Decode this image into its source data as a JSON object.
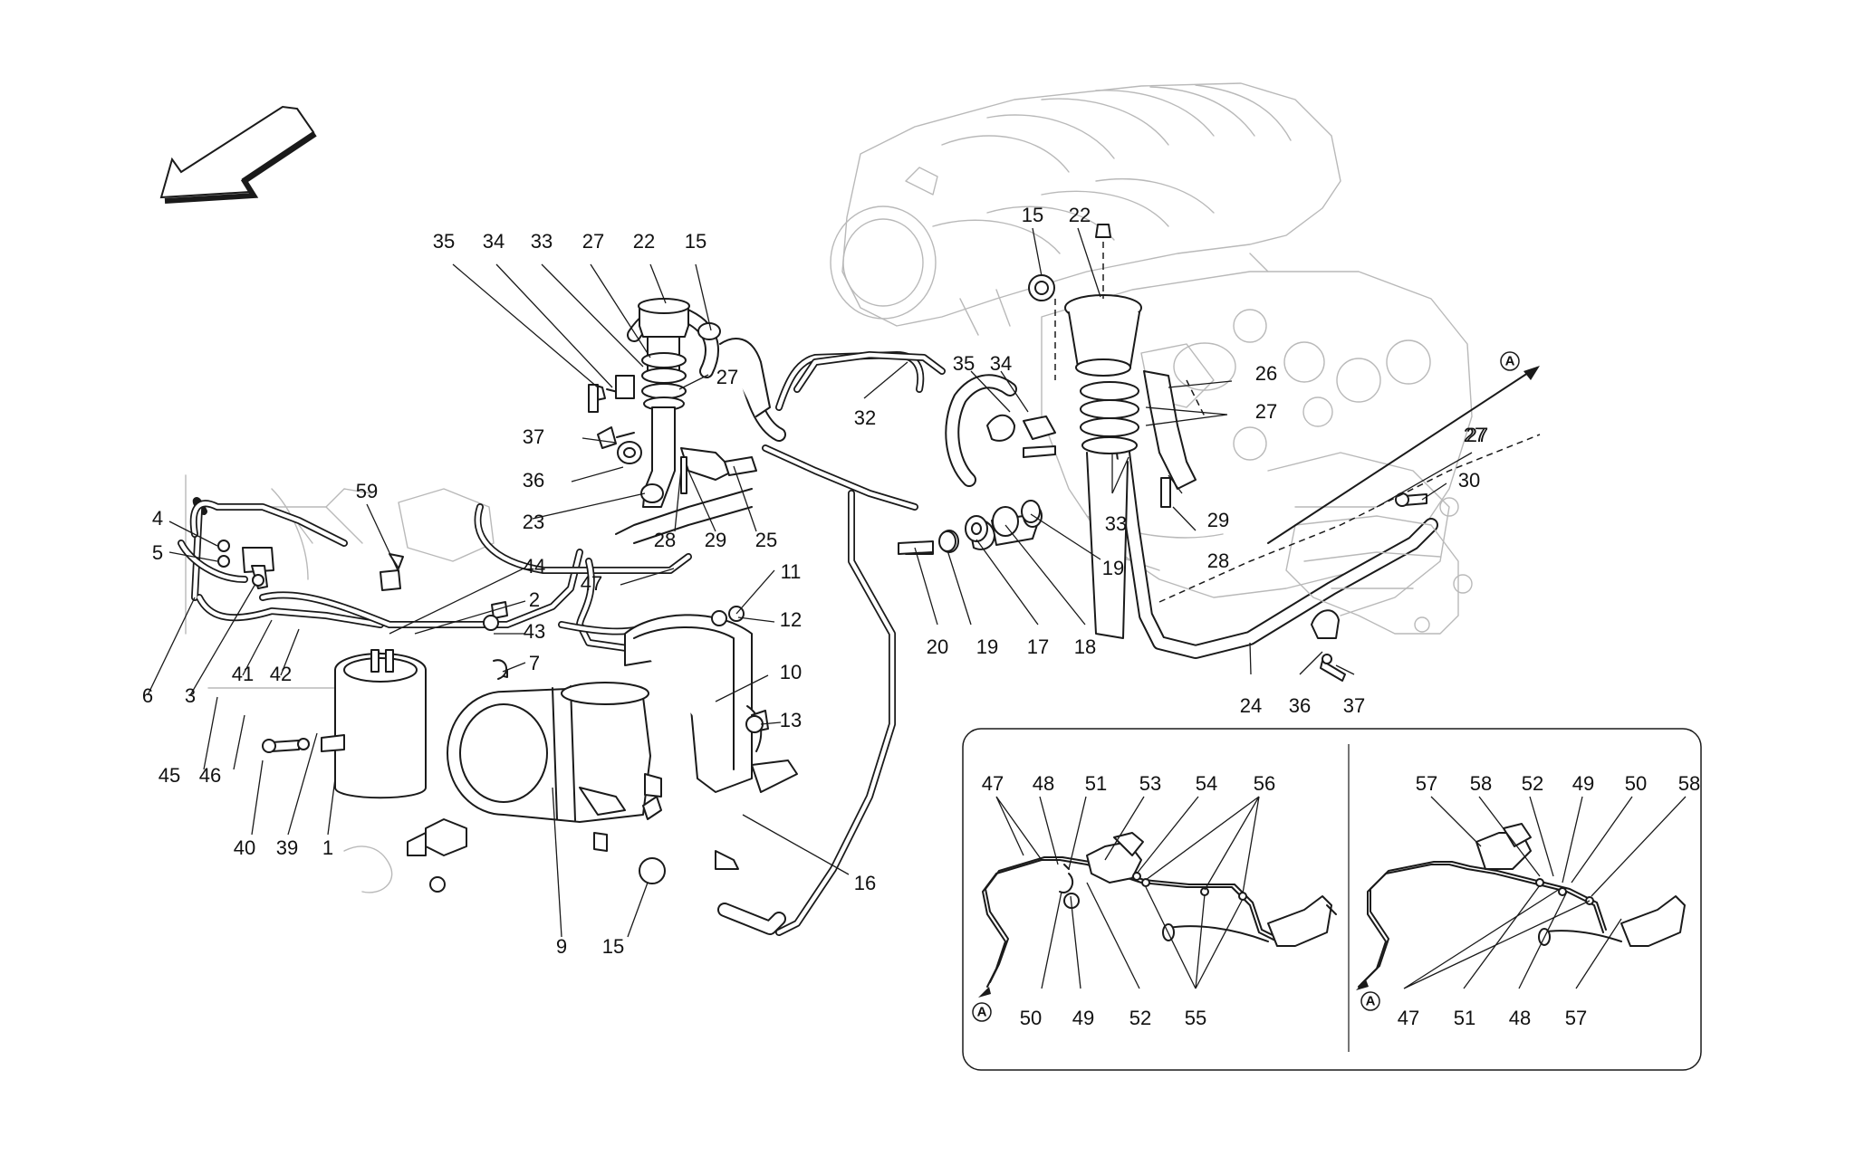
{
  "diagram": {
    "orientation_arrow_icon": "direction-arrow-icon",
    "reference_marker": "A",
    "callouts_main": [
      "35",
      "34",
      "33",
      "27",
      "22",
      "15",
      "27",
      "37",
      "36",
      "23",
      "28",
      "29",
      "25",
      "47",
      "32",
      "35",
      "34",
      "15",
      "22",
      "26",
      "27",
      "27",
      "33",
      "29",
      "28",
      "19",
      "18",
      "17",
      "19",
      "20",
      "11",
      "12",
      "10",
      "13",
      "16",
      "9",
      "15",
      "59",
      "4",
      "5",
      "6",
      "3",
      "41",
      "42",
      "45",
      "46",
      "44",
      "2",
      "43",
      "7",
      "40",
      "39",
      "1",
      "24",
      "36",
      "37",
      "27",
      "30"
    ],
    "detail_left_top": [
      "47",
      "48",
      "51",
      "53",
      "54",
      "56"
    ],
    "detail_left_bottom": [
      "50",
      "49",
      "52",
      "55"
    ],
    "detail_right_top": [
      "57",
      "58",
      "52",
      "49",
      "50",
      "58"
    ],
    "detail_right_bottom": [
      "47",
      "51",
      "48",
      "57"
    ]
  }
}
